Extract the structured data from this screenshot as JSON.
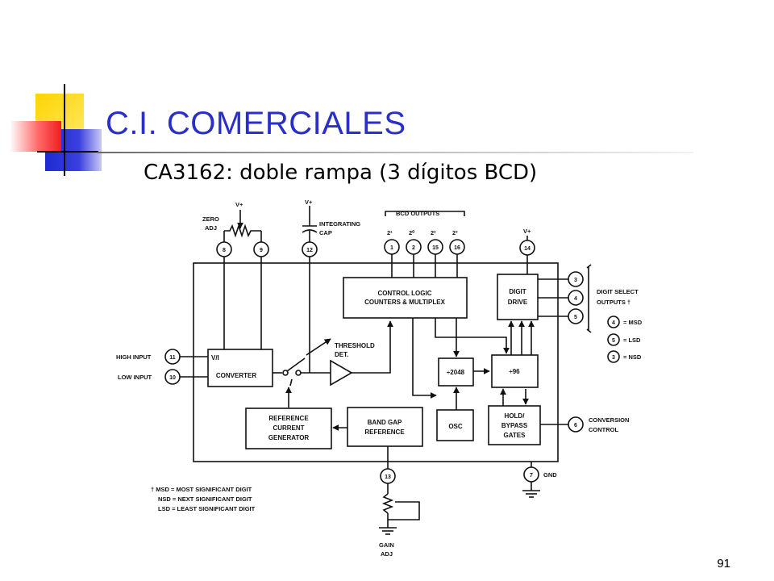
{
  "slide": {
    "title": "C.I. COMERCIALES",
    "subtitle": "CA3162: doble rampa (3 dígitos BCD)",
    "page_number": "91"
  },
  "diagram": {
    "blocks": {
      "control_logic_1": "CONTROL LOGIC",
      "control_logic_2": "COUNTERS & MULTIPLEX",
      "digit_drive_1": "DIGIT",
      "digit_drive_2": "DRIVE",
      "vi_1": "V/I",
      "vi_2": "CONVERTER",
      "threshold_1": "THRESHOLD",
      "threshold_2": "DET.",
      "div2048": "÷2048",
      "div96": "÷96",
      "ref_current_1": "REFERENCE",
      "ref_current_2": "CURRENT",
      "ref_current_3": "GENERATOR",
      "bandgap_1": "BAND GAP",
      "bandgap_2": "REFERENCE",
      "osc": "OSC",
      "hold_1": "HOLD/",
      "hold_2": "BYPASS",
      "hold_3": "GATES"
    },
    "labels": {
      "vplus": "V+",
      "zero_1": "ZERO",
      "zero_2": "ADJ",
      "integrating_1": "INTEGRATING",
      "integrating_2": "CAP",
      "bcd_outputs": "BCD OUTPUTS",
      "bit_2_1": "2¹",
      "bit_2_0": "2⁰",
      "bit_2_2": "2²",
      "bit_2_3": "2³",
      "digit_select_1": "DIGIT SELECT",
      "digit_select_2": "OUTPUTS †",
      "msd_eq": "= MSD",
      "lsd_eq": "= LSD",
      "nsd_eq": "= NSD",
      "high_input": "HIGH INPUT",
      "low_input": "LOW INPUT",
      "conversion_1": "CONVERSION",
      "conversion_2": "CONTROL",
      "gnd": "GND",
      "gain_1": "GAIN",
      "gain_2": "ADJ"
    },
    "pins": {
      "p8": "8",
      "p9": "9",
      "p12": "12",
      "p1": "1",
      "p2": "2",
      "p15": "15",
      "p16": "16",
      "p14": "14",
      "p3": "3",
      "p4": "4",
      "p5": "5",
      "p11": "11",
      "p10": "10",
      "p6": "6",
      "p13": "13",
      "p7": "7",
      "k4": "4",
      "k5": "5",
      "k3": "3"
    },
    "footnote": {
      "line1": "† MSD = MOST SIGNIFICANT DIGIT",
      "line2": "NSD = NEXT SIGNIFICANT DIGIT",
      "line3": "LSD = LEAST SIGNIFICANT DIGIT"
    }
  }
}
